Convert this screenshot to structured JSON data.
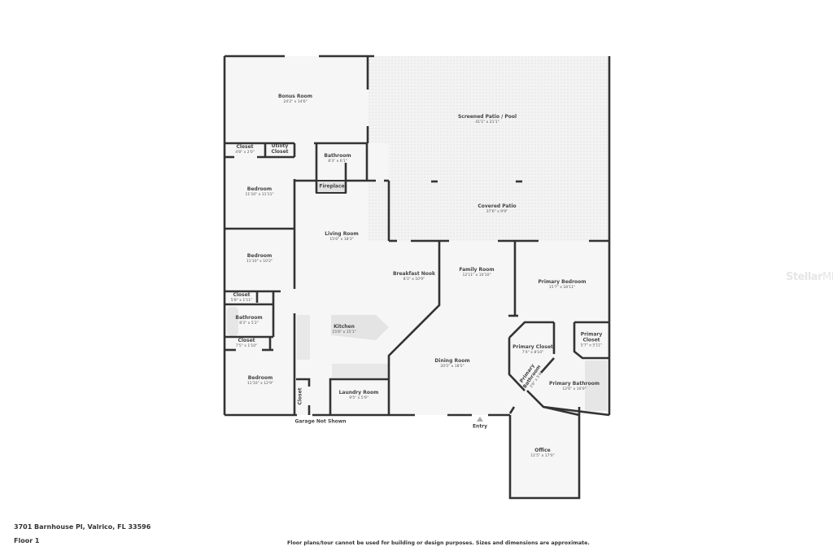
{
  "rooms": [
    {
      "name": "Bonus Room",
      "dims": "24'2\" x 14'6\""
    },
    {
      "name": "Closet",
      "dims": "4'8\" x 2'0\""
    },
    {
      "name": "Utility Closet",
      "dims": ""
    },
    {
      "name": "Bathroom",
      "dims": "8'3\" x 6'1\""
    },
    {
      "name": "Fireplace",
      "dims": ""
    },
    {
      "name": "Bedroom",
      "dims": "11'10\" x 11'11\""
    },
    {
      "name": "Living Room",
      "dims": "15'6\" x 18'3\""
    },
    {
      "name": "Bedroom",
      "dims": "11'10\" x 10'2\""
    },
    {
      "name": "Screened Patio / Pool",
      "dims": "41'1\" x 21'1\""
    },
    {
      "name": "Covered Patio",
      "dims": "37'6\" x 9'9\""
    },
    {
      "name": "Breakfast Nook",
      "dims": "8'3\" x 10'9\""
    },
    {
      "name": "Family Room",
      "dims": "12'11\" x 10'10\""
    },
    {
      "name": "Primary Bedroom",
      "dims": "15'7\" x 18'11\""
    },
    {
      "name": "Closet",
      "dims": "5'8\" x 1'11\""
    },
    {
      "name": "Bathroom",
      "dims": "8'3\" x 5'2\""
    },
    {
      "name": "Kitchen",
      "dims": "15'6\" x 15'1\""
    },
    {
      "name": "Closet",
      "dims": "7'5\" x 1'10\""
    },
    {
      "name": "Primary Closet",
      "dims": "7'4\" x 8'10\""
    },
    {
      "name": "Primary Closet",
      "dims": "5'7\" x 5'11\""
    },
    {
      "name": "Dining Room",
      "dims": "20'5\" x 18'5\""
    },
    {
      "name": "Primary Bathroom",
      "dims": "12'6\" x 10'0\""
    },
    {
      "name": "Primary Bathroom",
      "dims": "3'6\" x 5'4\""
    },
    {
      "name": "Bedroom",
      "dims": "11'10\" x 12'9\""
    },
    {
      "name": "Laundry Room",
      "dims": "9'5\" x 5'9\""
    },
    {
      "name": "Closet",
      "dims": ""
    },
    {
      "name": "Office",
      "dims": "11'5\" x 17'0\""
    }
  ],
  "notes": {
    "garage": "Garage Not Shown",
    "entry": "Entry"
  },
  "footer": {
    "address": "3701 Barnhouse Pl, Valrico, FL 33596",
    "floor": "Floor 1",
    "disclaimer": "Floor plans/tour cannot be used for building or design purposes. Sizes and dimensions are approximate."
  },
  "watermark": "StellarMLS",
  "colors": {
    "wall": "#333333",
    "floor": "#f6f6f6",
    "patio": "#efefef"
  }
}
